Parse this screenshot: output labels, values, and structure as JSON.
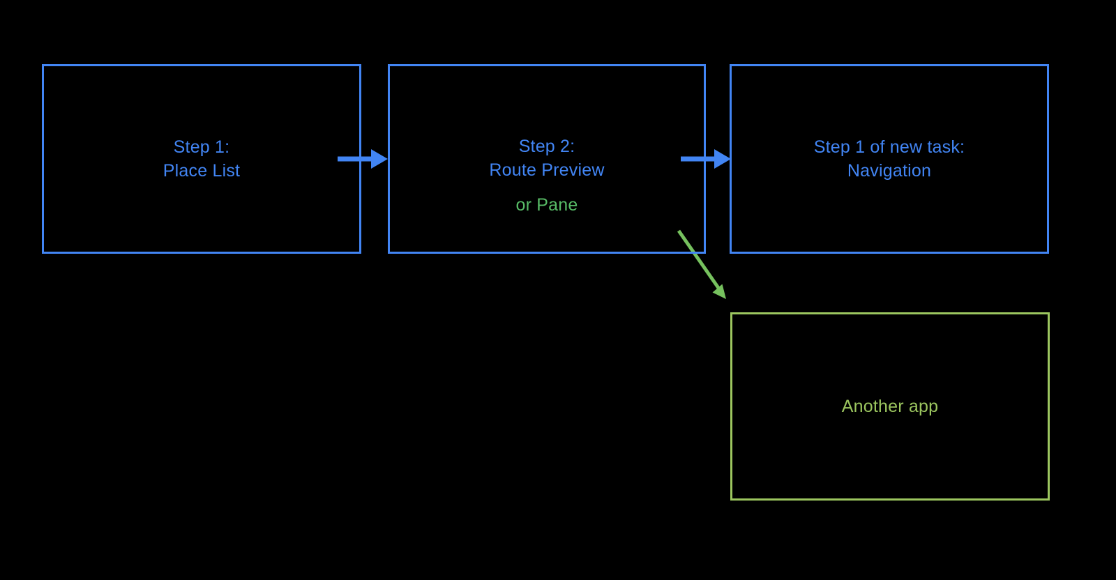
{
  "diagram": {
    "background_color": "#000000",
    "colors": {
      "blue": "#4285f4",
      "green_text": "#57bb66",
      "green_arrow": "#76c15e",
      "green_box": "#9cc65f"
    },
    "boxes": [
      {
        "name": "step1",
        "line1": "Step 1:",
        "line2": "Place List"
      },
      {
        "name": "step2",
        "line1": "Step 2:",
        "line2": "Route Preview",
        "line3": "or Pane"
      },
      {
        "name": "step1_new_task",
        "line1": "Step 1 of new task:",
        "line2": "Navigation"
      },
      {
        "name": "another_app",
        "line1": "Another app"
      }
    ]
  }
}
